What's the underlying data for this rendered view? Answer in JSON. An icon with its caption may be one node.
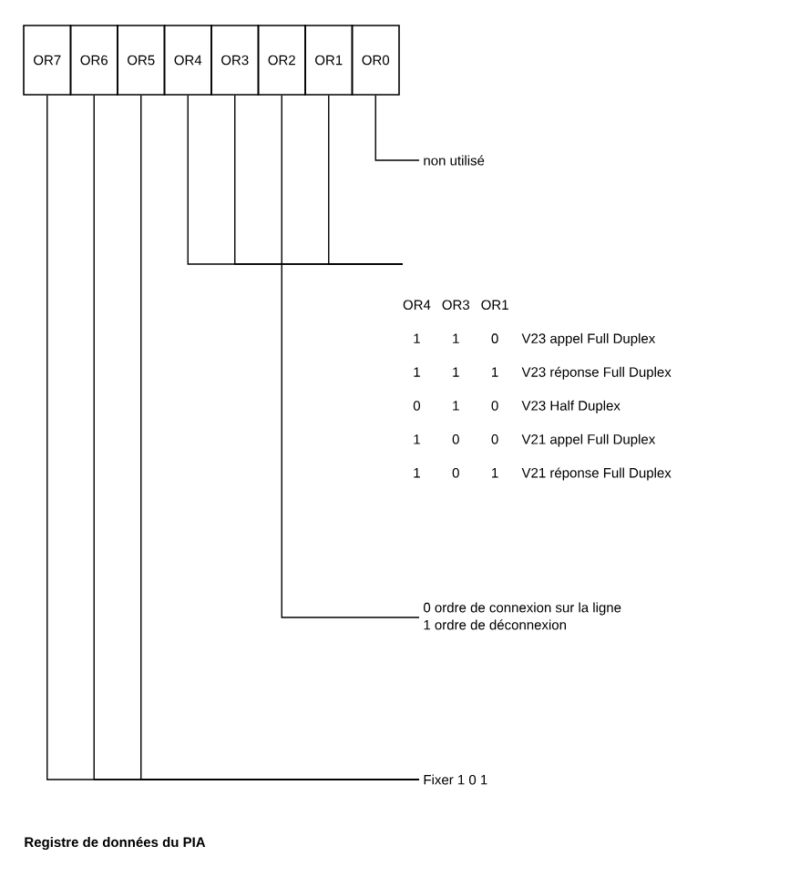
{
  "diagram": {
    "caption": "Registre de données du PIA",
    "nodes": [
      {
        "text": [
          "OR7"
        ]
      },
      {
        "text": [
          "OR6"
        ]
      },
      {
        "text": [
          "OR5"
        ]
      },
      {
        "text": [
          "OR4"
        ]
      },
      {
        "text": [
          "OR3"
        ]
      },
      {
        "text": [
          "OR2"
        ]
      },
      {
        "text": [
          "OR1"
        ]
      },
      {
        "text": [
          "OR0"
        ]
      },
      {
        "text": [
          "non utilisé"
        ]
      },
      {
        "text": [
          "OR4",
          "OR3",
          "OR1",
          "1",
          "1",
          "0",
          "V23 appel Full Duplex",
          "1",
          "1",
          "1",
          "V23 réponse Full Duplex",
          "0",
          "1",
          "0",
          "V23 Half Duplex",
          "1",
          "0",
          "0",
          "V21 appel Full Duplex",
          "1",
          "0",
          "1",
          "V21 réponse Full Duplex"
        ]
      },
      {
        "text": [
          "0 ordre de connexion sur la ligne",
          "1 ordre de déconnexion"
        ]
      },
      {
        "text": [
          "Fixer 1 0 1"
        ]
      }
    ],
    "edges": [
      {
        "from": 7,
        "to": 8,
        "arrow": "none"
      },
      {
        "from": 3,
        "to": 9,
        "arrow": "none"
      },
      {
        "from": 4,
        "to": 9,
        "arrow": "none"
      },
      {
        "from": 6,
        "to": 9,
        "arrow": "none"
      },
      {
        "from": 5,
        "to": 10,
        "arrow": "none"
      },
      {
        "from": 0,
        "to": 11,
        "arrow": "none"
      },
      {
        "from": 1,
        "to": 11,
        "arrow": "none"
      },
      {
        "from": 2,
        "to": 11,
        "arrow": "none"
      }
    ]
  }
}
